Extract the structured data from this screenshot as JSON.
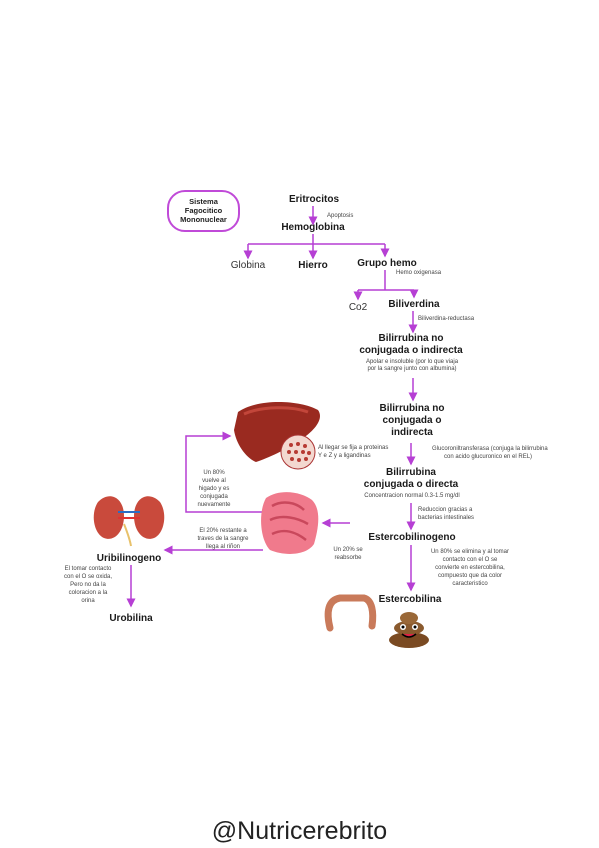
{
  "pill": {
    "line1": "Sistema",
    "line2": "Fagocitico",
    "line3": "Mononuclear"
  },
  "nodes": {
    "eritrocitos": "Eritrocitos",
    "apoptosis": "Apoptosis",
    "hemoglobina": "Hemoglobina",
    "globina": "Globina",
    "hierro": "Hierro",
    "grupo_hemo": "Grupo hemo",
    "hemo_oxigenasa": "Hemo oxigenasa",
    "co2": "Co2",
    "biliverdina": "Biliverdina",
    "biliverdina_reductasa": "Biliverdina-reductasa",
    "bili_ind_1": "Bilirrubina no",
    "bili_ind_2": "conjugada o indirecta",
    "bili_ind_note_1": "Apolar e insoluble (por lo que viaja",
    "bili_ind_note_2": "por la sangre junto con albumina)",
    "bili_ind2_1": "Bilirrubina no",
    "bili_ind2_2": "conjugada o",
    "bili_ind2_3": "indirecta",
    "higado_note_1": "Al llegar se fija a proteinas",
    "higado_note_2": "Y e Z y a ligandinas",
    "glucuronil_1": "Glucoroniltransferasa (conjuga la bilirrubina",
    "glucuronil_2": "con acido glucuronico en el REL)",
    "bili_dir_1": "Bilirrubina",
    "bili_dir_2": "conjugada o directa",
    "bili_dir_note": "Concentracion normal 0.3-1.5 mg/dl",
    "reduccion_1": "Reduccion gracias a",
    "reduccion_2": "bacterias intestinales",
    "estercobilinogeno": "Estercobilinogeno",
    "reabsorbe_1": "Un 20% se",
    "reabsorbe_2": "reabsorbe",
    "ochenta_1": "Un 80%",
    "ochenta_2": "vuelve al",
    "ochenta_3": "higado y es",
    "ochenta_4": "conjugada",
    "ochenta_5": "nuevamente",
    "veinte_1": "El 20% restante a",
    "veinte_2": "traves de la sangre",
    "veinte_3": "llega al riñon",
    "elimina_1": "Un 80% se elimina y al tomar",
    "elimina_2": "contacto con el O se",
    "elimina_3": "convierte en estercobilina,",
    "elimina_4": "compuesto que da color",
    "elimina_5": "caracteristico",
    "estercobilina": "Estercobilina",
    "uribilinogeno": "Uribilinogeno",
    "oxida_1": "El tomar contacto",
    "oxida_2": "con el O se oxida,",
    "oxida_3": "Pero no da la",
    "oxida_4": "coloracion a la",
    "oxida_5": "orina",
    "urobilina": "Urobilina"
  },
  "watermark": "@Nutricerebrito",
  "colors": {
    "arrow": "#b63fd4",
    "pill_border": "#c04ad8",
    "liver": "#9a2a20",
    "intestine": "#f07a8c",
    "kidney": "#c94a3c",
    "poop": "#8a5a2e"
  }
}
